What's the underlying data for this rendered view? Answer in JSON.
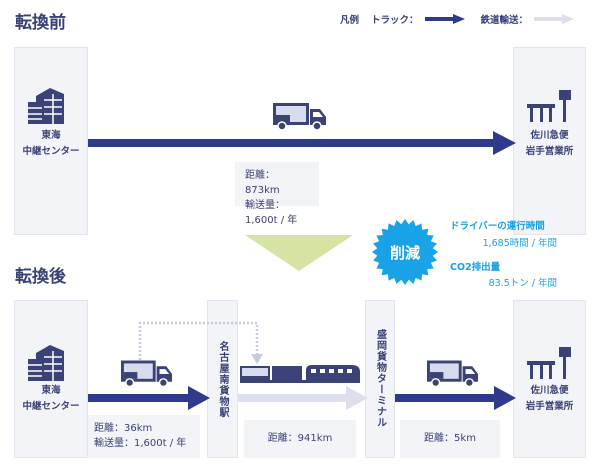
{
  "before": {
    "title": "転換前",
    "origin": [
      "東海",
      "中継センター"
    ],
    "dest": [
      "佐川急便",
      "岩手営業所"
    ],
    "distance": "距離：873km",
    "volume": "輸送量：1,600t / 年"
  },
  "legend": {
    "label": "凡例",
    "truck": "トラック：",
    "rail": "鉄道輸送："
  },
  "reduction": {
    "badge": "削減",
    "driver_label": "ドライバーの運行時間",
    "driver_value": "1,685時間 / 年間",
    "co2_label": "CO2排出量",
    "co2_value": "83.5トン / 年間"
  },
  "after": {
    "title": "転換後",
    "origin": [
      "東海",
      "中継センター"
    ],
    "station1": "名古屋南貨物駅",
    "station2": "盛岡貨物ターミナル",
    "dest": [
      "佐川急便",
      "岩手営業所"
    ],
    "leg1_distance": "距離：36km",
    "leg1_volume": "輸送量：1,600t / 年",
    "leg2_distance": "距離：941km",
    "leg3_distance": "距離：5km"
  },
  "colors": {
    "truck": "#2e3a8c",
    "rail": "#dde0ec",
    "accent": "#1aa2e6",
    "triangle": "#d5e4a2"
  }
}
